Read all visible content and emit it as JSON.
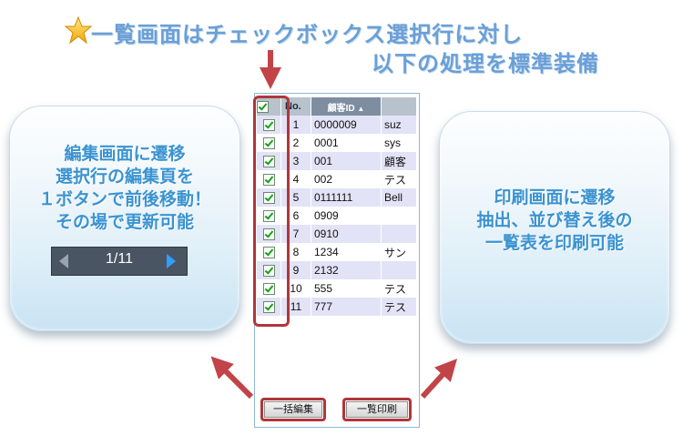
{
  "headline": {
    "line1": "一覧画面はチェックボックス選択行に対し",
    "line2": "以下の処理を標準装備",
    "star_icon": "star-icon"
  },
  "left_callout": {
    "line1": "編集画面に遷移",
    "line2": "選択行の編集頁を",
    "line3": "１ボタンで前後移動！",
    "line4": "その場で更新可能",
    "pager_text": "1/11"
  },
  "right_callout": {
    "line1": "印刷画面に遷移",
    "line2": "抽出、並び替え後の",
    "line3": "一覧表を印刷可能"
  },
  "grid": {
    "headers": {
      "no": "No.",
      "customer_id": "顧客ID",
      "sort_icon": "▲"
    },
    "rows": [
      {
        "no": "1",
        "id": "0000009",
        "name": "suz"
      },
      {
        "no": "2",
        "id": "0001",
        "name": "sys"
      },
      {
        "no": "3",
        "id": "001",
        "name": "顧客"
      },
      {
        "no": "4",
        "id": "002",
        "name": "テス"
      },
      {
        "no": "5",
        "id": "0111111",
        "name": "Bell"
      },
      {
        "no": "6",
        "id": "0909",
        "name": ""
      },
      {
        "no": "7",
        "id": "0910",
        "name": ""
      },
      {
        "no": "8",
        "id": "1234",
        "name": "サン"
      },
      {
        "no": "9",
        "id": "2132",
        "name": ""
      },
      {
        "no": "10",
        "id": "555",
        "name": "テス"
      },
      {
        "no": "11",
        "id": "777",
        "name": "テス"
      }
    ]
  },
  "buttons": {
    "bulk_edit": "一括編集",
    "bulk_print": "一覧印刷"
  },
  "colors": {
    "accent": "#3b93d0",
    "highlight": "#b0363a",
    "row_alt": "#e3e3f7"
  }
}
